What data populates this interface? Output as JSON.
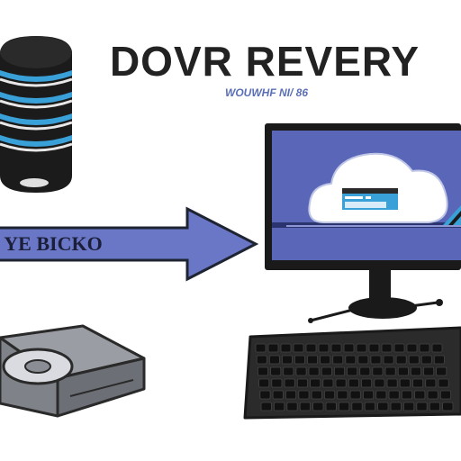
{
  "title": "DOVR REVERY",
  "subtitle": "WOUWHF NI/ 86",
  "arrow_label": "YE BICKO",
  "colors": {
    "server_body": "#1b1b1b",
    "server_stripe": "#3aa0d8",
    "arrow_fill": "#6a77c6",
    "arrow_stroke": "#1f2433",
    "monitor_frame": "#1a1a1a",
    "screen_bg": "#5a67b8",
    "cloud_fill": "#ffffff",
    "drive_body": "#8a8d93",
    "disc_fill": "#d9dbe0",
    "keyboard_body": "#2b2b2b",
    "key_fill": "#111111"
  },
  "icons": {
    "server": "database-server-icon",
    "arrow": "right-arrow-icon",
    "monitor": "computer-monitor-icon",
    "cloud": "cloud-icon",
    "drive": "disc-drive-icon",
    "keyboard": "keyboard-icon"
  }
}
